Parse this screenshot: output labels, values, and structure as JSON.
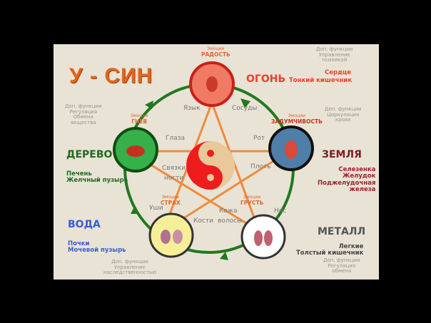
{
  "title": "У - СИН",
  "elements": {
    "fire": {
      "name": "ОГОНЬ",
      "organs": [
        "Сердце",
        "Тонкий кишечник"
      ],
      "emotion_label": "Эмоции",
      "emotion": "РАДОСТЬ",
      "functions": [
        "Доп. функции",
        "Управление",
        "психикой"
      ],
      "color": "#e8412a"
    },
    "earth": {
      "name": "ЗЕМЛЯ",
      "organs": [
        "Селезенка",
        "Желудок",
        "Поджелудочная",
        "железа"
      ],
      "emotion_label": "Эмоции",
      "emotion": "ЗАДУМЧИВОСТЬ",
      "functions": [
        "Доп. функции",
        "Циркуляция",
        "крови"
      ],
      "color": "#7a1e1e"
    },
    "metal": {
      "name": "МЕТАЛЛ",
      "organs": [
        "Легкие",
        "Толстый кишечник"
      ],
      "emotion_label": "Эмоции",
      "emotion": "ГРУСТЬ",
      "functions": [
        "Доп. функции",
        "Регуляция",
        "обмена"
      ],
      "color": "#555555"
    },
    "water": {
      "name": "ВОДА",
      "organs": [
        "Почки",
        "Мочевой пузырь"
      ],
      "emotion_label": "Эмоции",
      "emotion": "СТРАХ",
      "functions": [
        "Доп. функции",
        "Управление",
        "наследственностью"
      ],
      "color": "#3b5bd6"
    },
    "wood": {
      "name": "ДЕРЕВО",
      "organs": [
        "Печень",
        "Желчный пузырь"
      ],
      "emotion_label": "Эмоции",
      "emotion": "ГНЕВ",
      "functions": [
        "Доп. функции",
        "Регуляция",
        "Обмена",
        "вещества"
      ],
      "color": "#1f6b1f"
    }
  },
  "senses": {
    "tongue": "Язык",
    "vessels": "Сосуды",
    "eyes": "Глаза",
    "mouth": "Рот",
    "ligaments": "Связки",
    "nails": "ногти",
    "flesh": "Плоть",
    "ears": "Уши",
    "skin": "Кожа",
    "nose": "Нос",
    "bones": "Кости",
    "hair": "волосы"
  },
  "colors": {
    "background": "#e9e3d6",
    "cycle": "#1f7a1f",
    "star": "#f08a3a",
    "yin": "#ee1c1c",
    "yang": "#e8c99a"
  }
}
